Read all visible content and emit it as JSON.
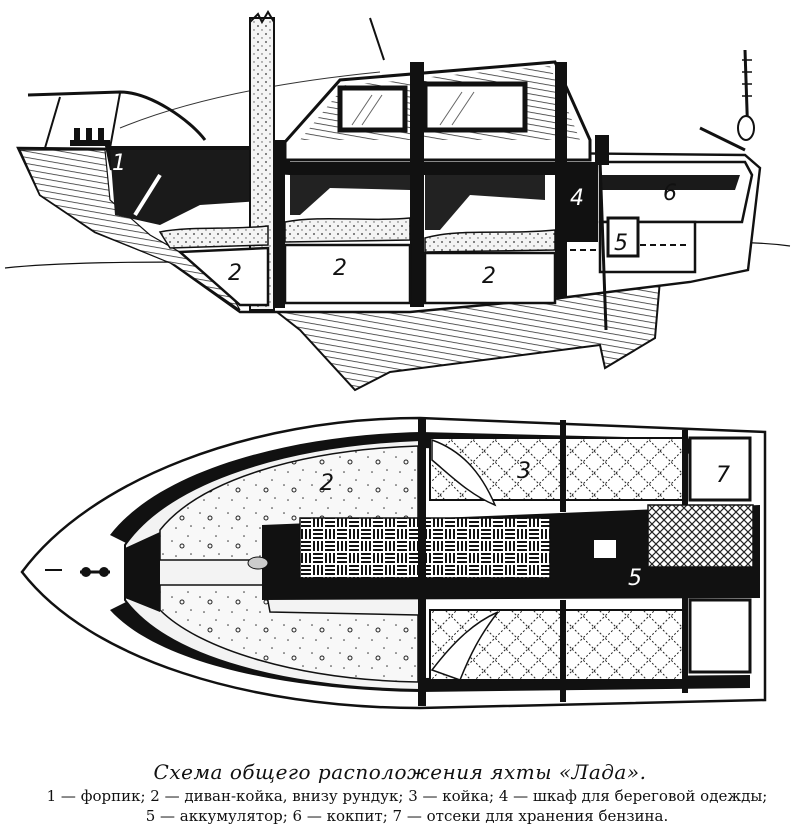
{
  "caption": {
    "title": "Схема общего расположения яхты «Лада».",
    "legend_line1": "1 — форпик; 2 — диван-койка, внизу рундук; 3 — койка; 4 — шкаф для береговой одежды;",
    "legend_line2": "5 — аккумулятор; 6 — кокпит; 7 — отсеки для хранения бензина."
  },
  "side_view_labels": {
    "l1": "1",
    "l2a": "2",
    "l2b": "2",
    "l2c": "2",
    "l4": "4",
    "l5": "5",
    "l6": "6"
  },
  "plan_view_labels": {
    "l2": "2",
    "l3": "3",
    "l5": "5",
    "l7": "7"
  },
  "colors": {
    "ink": "#111111",
    "paper": "#ffffff",
    "hatch": "#555555"
  }
}
